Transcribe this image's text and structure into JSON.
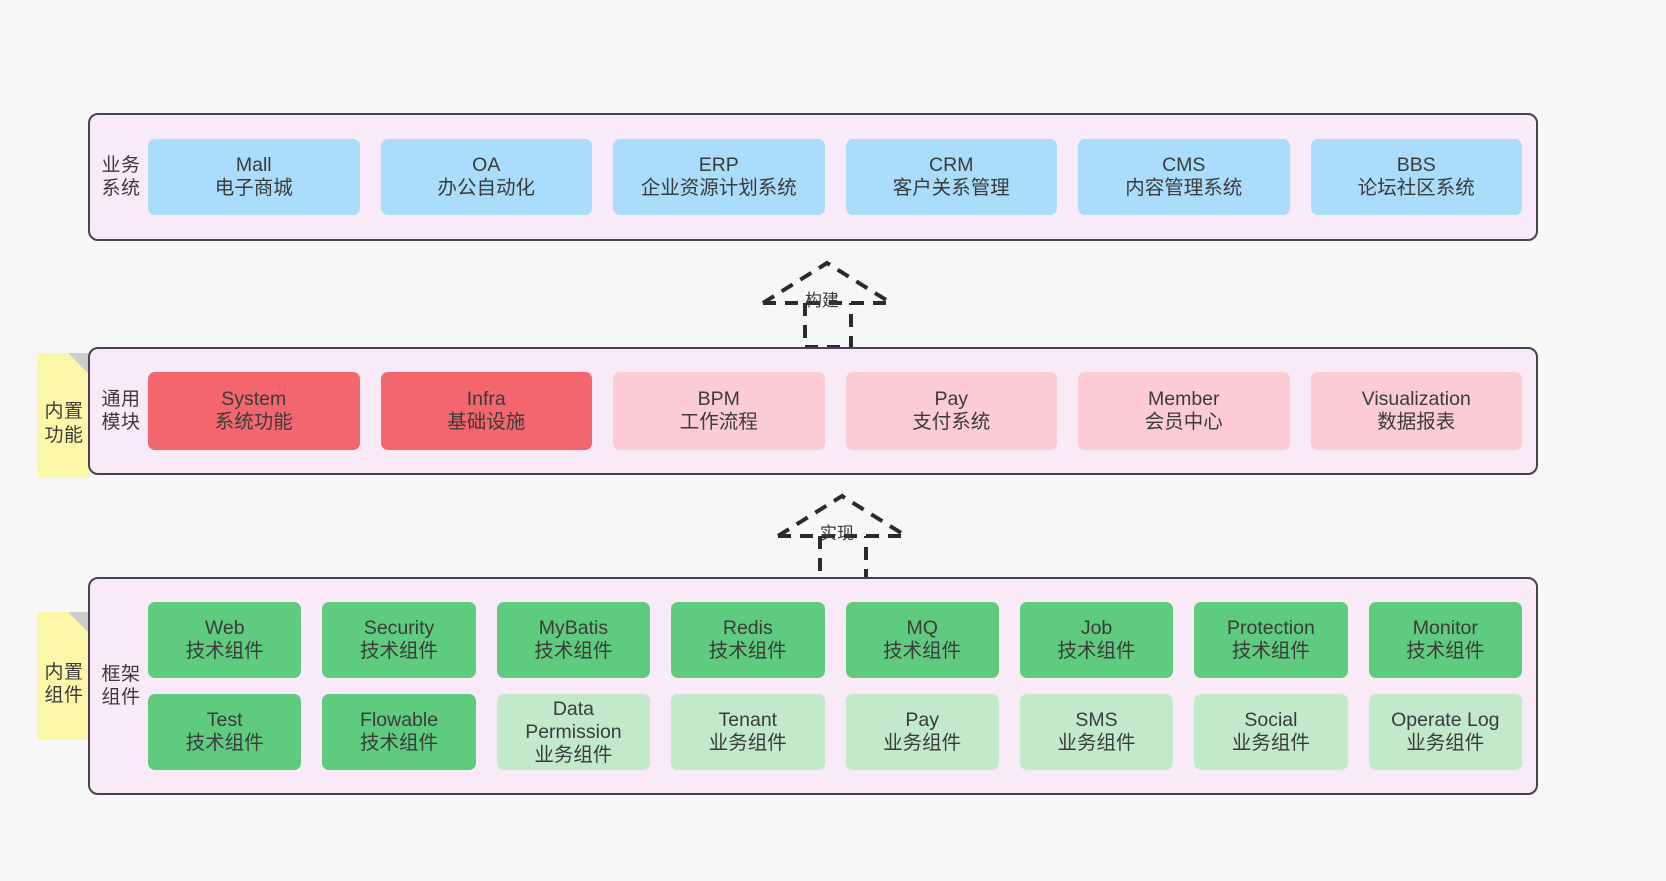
{
  "diagram": {
    "title": "Application architecture layers",
    "colors": {
      "layer_bg": "#f8eaf6",
      "layer_border": "#4a4250",
      "business": "#aadcfb",
      "module_primary": "#f4666e",
      "module_secondary": "#fbccd4",
      "tech_component": "#5fcb7e",
      "biz_component": "#c2e9ca",
      "sticky": "#fcf7a8",
      "page_bg": "#f7f7f7"
    }
  },
  "business_layer": {
    "title": "业务系统",
    "cards": [
      {
        "name": "Mall",
        "desc": "电子商城"
      },
      {
        "name": "OA",
        "desc": "办公自动化"
      },
      {
        "name": "ERP",
        "desc": "企业资源计划系统"
      },
      {
        "name": "CRM",
        "desc": "客户关系管理"
      },
      {
        "name": "CMS",
        "desc": "内容管理系统"
      },
      {
        "name": "BBS",
        "desc": "论坛社区系统"
      }
    ]
  },
  "build_arrow": {
    "label": "构建"
  },
  "module_layer": {
    "title": "通用模块",
    "sticky": "内置功能",
    "cards": [
      {
        "name": "System",
        "desc": "系统功能",
        "tone": "primary"
      },
      {
        "name": "Infra",
        "desc": "基础设施",
        "tone": "primary"
      },
      {
        "name": "BPM",
        "desc": "工作流程",
        "tone": "secondary"
      },
      {
        "name": "Pay",
        "desc": "支付系统",
        "tone": "secondary"
      },
      {
        "name": "Member",
        "desc": "会员中心",
        "tone": "secondary"
      },
      {
        "name": "Visualization",
        "desc": "数据报表",
        "tone": "secondary"
      }
    ]
  },
  "impl_arrow": {
    "label": "实现"
  },
  "framework_layer": {
    "title": "框架组件",
    "sticky": "内置组件",
    "row1": [
      {
        "name": "Web",
        "desc": "技术组件",
        "tone": "tech"
      },
      {
        "name": "Security",
        "desc": "技术组件",
        "tone": "tech"
      },
      {
        "name": "MyBatis",
        "desc": "技术组件",
        "tone": "tech"
      },
      {
        "name": "Redis",
        "desc": "技术组件",
        "tone": "tech"
      },
      {
        "name": "MQ",
        "desc": "技术组件",
        "tone": "tech"
      },
      {
        "name": "Job",
        "desc": "技术组件",
        "tone": "tech"
      },
      {
        "name": "Protection",
        "desc": "技术组件",
        "tone": "tech"
      },
      {
        "name": "Monitor",
        "desc": "技术组件",
        "tone": "tech"
      }
    ],
    "row2": [
      {
        "name": "Test",
        "name2": "",
        "desc": "技术组件",
        "tone": "tech"
      },
      {
        "name": "Flowable",
        "name2": "",
        "desc": "技术组件",
        "tone": "tech"
      },
      {
        "name": "Data",
        "name2": "Permission",
        "desc": "业务组件",
        "tone": "biz"
      },
      {
        "name": "Tenant",
        "name2": "",
        "desc": "业务组件",
        "tone": "biz"
      },
      {
        "name": "Pay",
        "name2": "",
        "desc": "业务组件",
        "tone": "biz"
      },
      {
        "name": "SMS",
        "name2": "",
        "desc": "业务组件",
        "tone": "biz"
      },
      {
        "name": "Social",
        "name2": "",
        "desc": "业务组件",
        "tone": "biz"
      },
      {
        "name": "Operate Log",
        "name2": "",
        "desc": "业务组件",
        "tone": "biz"
      }
    ]
  }
}
